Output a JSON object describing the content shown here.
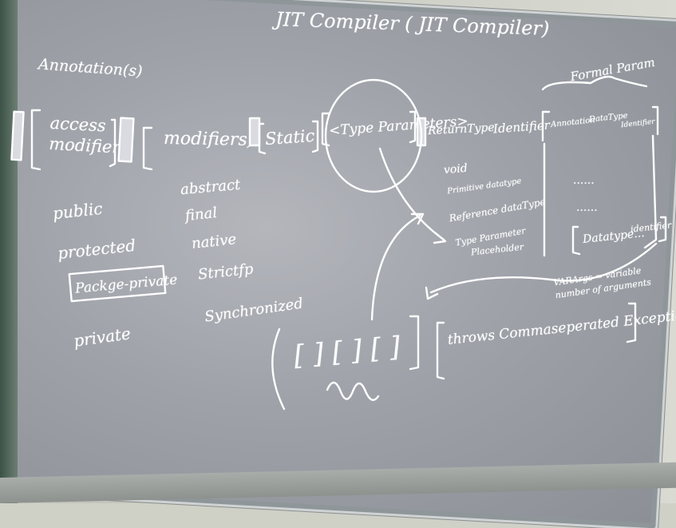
{
  "board": {
    "title": "JIT Compiler ( JIT Compiler)",
    "annotations": "Annotation(s)",
    "access_modifier": "access modifier",
    "modifiers": "modifiers)",
    "static": "Static",
    "type_parameters": "<Type Parameters>",
    "return_type": "ReturnType",
    "identifier": "Identifier",
    "formal_params": "Formal Param",
    "param_annotation": "Annotation",
    "param_datatype": "DataType",
    "param_identifier": "Identifier",
    "param_dots_1": "......",
    "param_dots_2": "......",
    "param_datatype_varargs": "Datatype...",
    "param_identifier_2": "identifier",
    "access_options": [
      "public",
      "protected",
      "Packge-private",
      "private"
    ],
    "modifier_options": [
      "abstract",
      "final",
      "native",
      "Strictfp",
      "Synchronized"
    ],
    "return_options": [
      "void",
      "Primitive datatype",
      "Reference dataType",
      "Type Parameter",
      "Placeholder"
    ],
    "varargs_note": "VARArgs = variable number of arguments",
    "throws_clause": "throws Commaseperated Exception List",
    "array_brackets": "[ ] [ ] [ ]"
  }
}
